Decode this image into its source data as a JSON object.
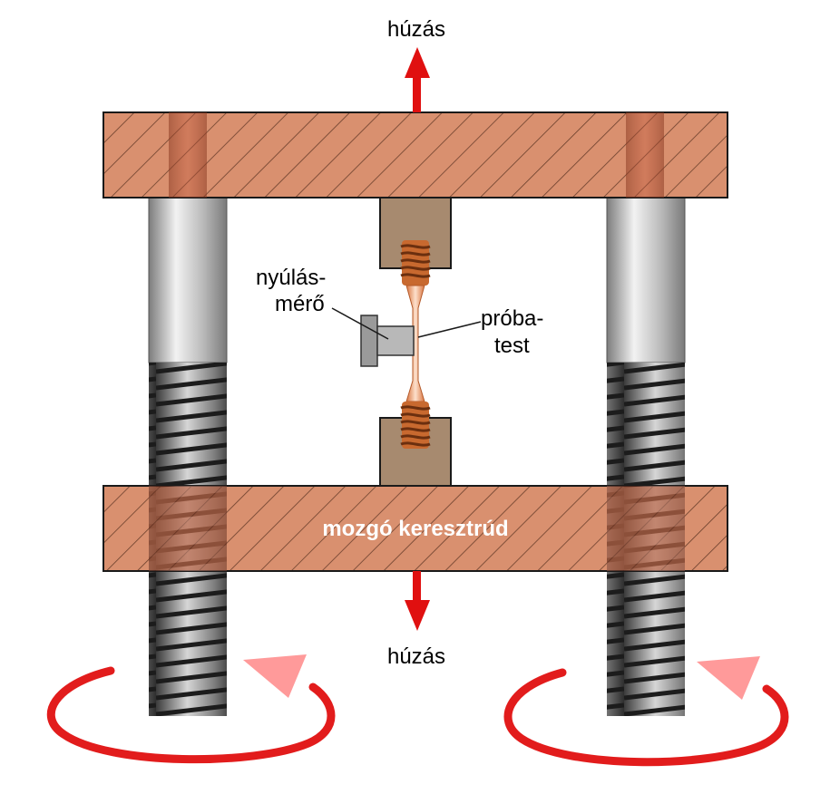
{
  "labels": {
    "pull_top": "húzás",
    "pull_bottom": "húzás",
    "extensometer_line1": "nyúlás-",
    "extensometer_line2": "mérő",
    "specimen_line1": "próba-",
    "specimen_line2": "test",
    "crosshead": "mozgó keresztrúd"
  },
  "colors": {
    "beam": "#d9906f",
    "beam_stroke": "#1a1a1a",
    "grip": "#a78a6f",
    "arrow": "#e01010",
    "specimen": "#f2a478",
    "column": "#b8b8b8"
  }
}
